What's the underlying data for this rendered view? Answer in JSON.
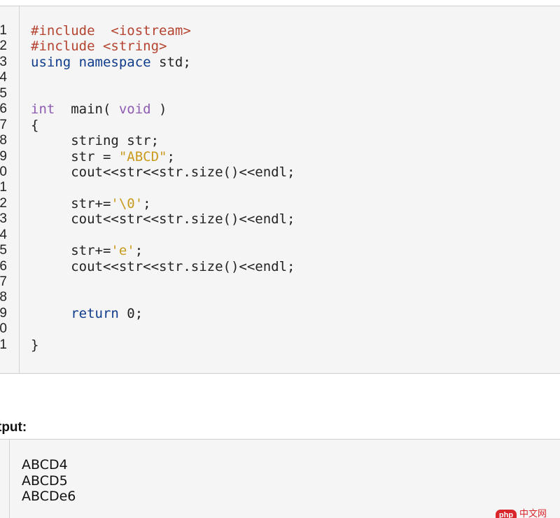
{
  "code": {
    "line_numbers": [
      "1",
      "2",
      "3",
      "4",
      "5",
      "6",
      "7",
      "8",
      "9",
      "0",
      "1",
      "2",
      "3",
      "4",
      "5",
      "6",
      "7",
      "8",
      "9",
      "0",
      "1"
    ],
    "lines": [
      [
        {
          "t": "#include  <iostream>",
          "c": "pre"
        }
      ],
      [
        {
          "t": "#include <string>",
          "c": "pre"
        }
      ],
      [
        {
          "t": "using",
          "c": "kw"
        },
        {
          "t": " "
        },
        {
          "t": "namespace",
          "c": "kw"
        },
        {
          "t": " std;"
        }
      ],
      [],
      [],
      [
        {
          "t": "int",
          "c": "type"
        },
        {
          "t": "  main( "
        },
        {
          "t": "void",
          "c": "type"
        },
        {
          "t": " )"
        }
      ],
      [
        {
          "t": "{"
        }
      ],
      [
        {
          "t": "     string str;"
        }
      ],
      [
        {
          "t": "     str = "
        },
        {
          "t": "\"ABCD\"",
          "c": "str"
        },
        {
          "t": ";"
        }
      ],
      [
        {
          "t": "     cout<<str<<str.size()<<endl;"
        }
      ],
      [],
      [
        {
          "t": "     str+="
        },
        {
          "t": "'\\0'",
          "c": "str"
        },
        {
          "t": ";"
        }
      ],
      [
        {
          "t": "     cout<<str<<str.size()<<endl;"
        }
      ],
      [],
      [
        {
          "t": "     str+="
        },
        {
          "t": "'e'",
          "c": "str"
        },
        {
          "t": ";"
        }
      ],
      [
        {
          "t": "     cout<<str<<str.size()<<endl;"
        }
      ],
      [],
      [],
      [
        {
          "t": "     "
        },
        {
          "t": "return",
          "c": "kw"
        },
        {
          "t": " 0;"
        }
      ],
      [],
      [
        {
          "t": "}"
        }
      ]
    ]
  },
  "output": {
    "label": "tput:",
    "lines": [
      "ABCD4",
      "ABCD5",
      "ABCDe6"
    ]
  },
  "watermark": {
    "logo": "php",
    "text": "中文网"
  },
  "colors": {
    "preprocessor": "#b4432f",
    "keyword": "#0f3b8c",
    "type": "#8d5bb0",
    "string": "#c99a1c"
  }
}
